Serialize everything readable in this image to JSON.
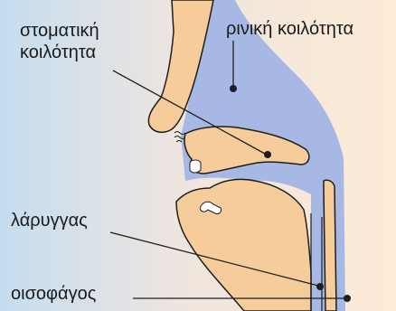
{
  "labels": {
    "oral_cavity_line1": "στοματική",
    "oral_cavity_line2": "κοιλότητα",
    "nasal_cavity": "ρινική κοιλότητα",
    "larynx": "λάρυγγας",
    "esophagus": "οισοφάγος"
  },
  "colors": {
    "background_left": "#c5ddf0",
    "background_right": "#fdebd6",
    "cavity_blue": "#a7b8e4",
    "flesh": "#f6cc9a",
    "outline": "#1e1e1e"
  }
}
